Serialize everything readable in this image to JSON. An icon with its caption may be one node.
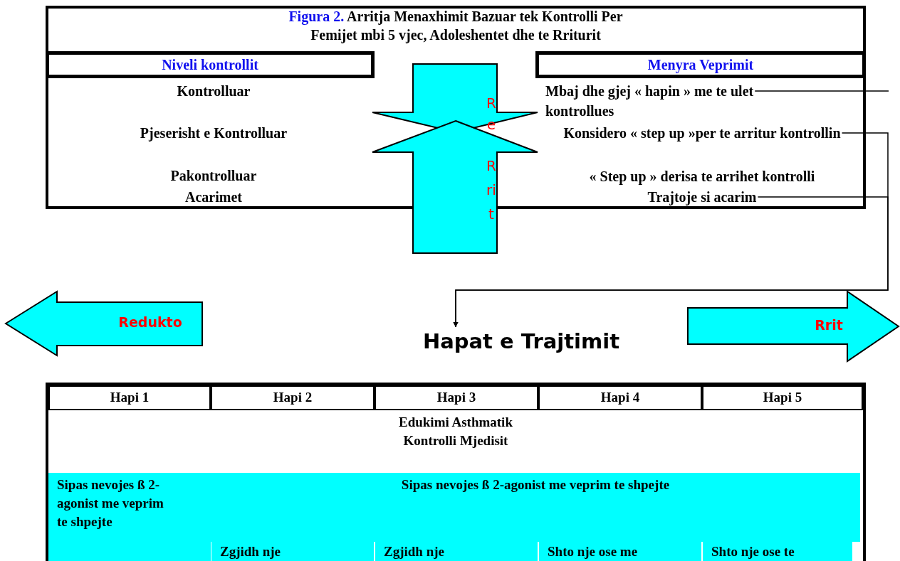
{
  "diagram": {
    "title": "Figura 2. Arritja Menaxhimit Bazuar tek Kontrolli Per Femijet mbi 5 vjec, Adoleshentet dhe te Rriturit",
    "nodes": [
      {
        "text": [
          "Niveli kontrollit"
        ]
      },
      {
        "text": [
          "Menyra Veprimit"
        ]
      },
      {
        "text": [
          "Kontrolluar"
        ]
      },
      {
        "text": [
          "Pjeserisht e Kontrolluar"
        ]
      },
      {
        "text": [
          "Pakontrolluar"
        ]
      },
      {
        "text": [
          "Acarimet"
        ]
      },
      {
        "text": [
          "Mbaj dhe gjej « hapin » me te ulet kontrollues"
        ]
      },
      {
        "text": [
          "Konsidero « step up »per te arritur kontrollin"
        ]
      },
      {
        "text": [
          "« Step up » derisa te arrihet kontrolli"
        ]
      },
      {
        "text": [
          "Trajtoje si acarim"
        ]
      },
      {
        "text": [
          "Re"
        ]
      },
      {
        "text": [
          "Rrit"
        ]
      },
      {
        "text": [
          "Redukto"
        ]
      },
      {
        "text": [
          "Rrit"
        ]
      },
      {
        "text": [
          "Hapat e Trajtimit"
        ]
      }
    ],
    "edges": [
      {
        "from": 6,
        "to": null,
        "arrow": "none"
      },
      {
        "from": 7,
        "to": 14,
        "arrow": "to"
      },
      {
        "from": 9,
        "to": 14,
        "arrow": "to"
      }
    ],
    "labels": [
      "Hapi 1",
      "Hapi 2",
      "Hapi 3",
      "Hapi 4",
      "Hapi 5",
      "Edukimi Asthmatik",
      "Kontrolli Mjedisit",
      "Sipas nevojes ß 2-agonist me veprim te shpejte",
      "Sipas nevojes ß 2-agonist me veprim te shpejte",
      "Zgjidh nje",
      "Zgjidh nje",
      "Shto nje ose me",
      "Shto nje ose te"
    ]
  }
}
